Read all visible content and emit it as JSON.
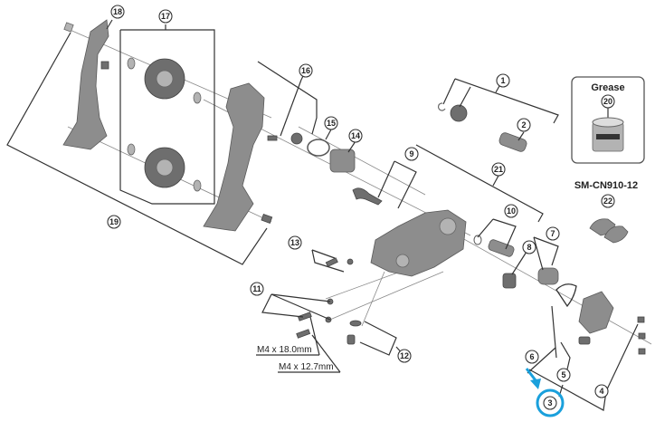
{
  "diagram": {
    "title": "Rear derailleur exploded parts view",
    "callouts": [
      {
        "id": "1",
        "label": "1"
      },
      {
        "id": "2",
        "label": "2"
      },
      {
        "id": "3",
        "label": "3"
      },
      {
        "id": "4",
        "label": "4"
      },
      {
        "id": "5",
        "label": "5"
      },
      {
        "id": "6",
        "label": "6"
      },
      {
        "id": "7",
        "label": "7"
      },
      {
        "id": "8",
        "label": "8"
      },
      {
        "id": "9",
        "label": "9"
      },
      {
        "id": "10",
        "label": "10"
      },
      {
        "id": "11",
        "label": "11"
      },
      {
        "id": "12",
        "label": "12"
      },
      {
        "id": "13",
        "label": "13"
      },
      {
        "id": "14",
        "label": "14"
      },
      {
        "id": "15",
        "label": "15"
      },
      {
        "id": "16",
        "label": "16"
      },
      {
        "id": "17",
        "label": "17"
      },
      {
        "id": "18",
        "label": "18"
      },
      {
        "id": "19",
        "label": "19"
      },
      {
        "id": "20",
        "label": "20"
      },
      {
        "id": "21",
        "label": "21"
      },
      {
        "id": "22",
        "label": "22"
      }
    ],
    "grease_box": {
      "title": "Grease",
      "callout": "20"
    },
    "chain_link": {
      "title": "SM-CN910-12",
      "callout": "22"
    },
    "bolt_labels": {
      "long": "M4 x 18.0mm",
      "short": "M4 x 12.7mm"
    },
    "highlight": {
      "callout": "3",
      "color": "#1aa0dc"
    }
  }
}
